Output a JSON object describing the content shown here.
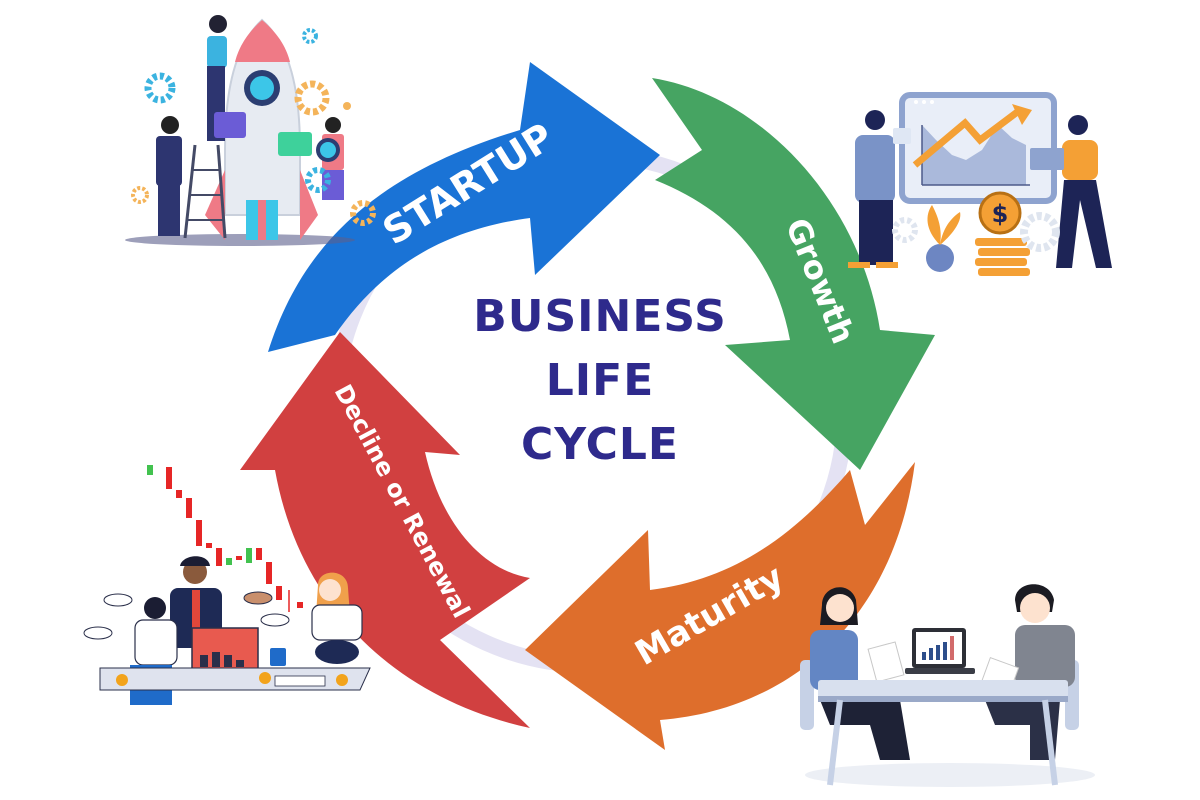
{
  "diagram": {
    "title_lines": [
      "BUSINESS",
      "LIFE",
      "CYCLE"
    ],
    "title_color": "#2e2a8c",
    "ring_color": "#e4e2f3",
    "stages": [
      {
        "id": "startup",
        "label": "STARTUP",
        "color": "#1a73d6",
        "order": 1,
        "illustration": "rocket-launch-team"
      },
      {
        "id": "growth",
        "label": "Growth",
        "color": "#46a462",
        "order": 2,
        "illustration": "growth-chart-presentation"
      },
      {
        "id": "maturity",
        "label": "Maturity",
        "color": "#de6e2c",
        "order": 3,
        "illustration": "business-meeting-table"
      },
      {
        "id": "decline",
        "label": "Decline or Renewal",
        "color": "#d14040",
        "order": 4,
        "illustration": "declining-candlestick-chart-team"
      }
    ],
    "flow": [
      "STARTUP",
      "Growth",
      "Maturity",
      "Decline or Renewal"
    ]
  }
}
